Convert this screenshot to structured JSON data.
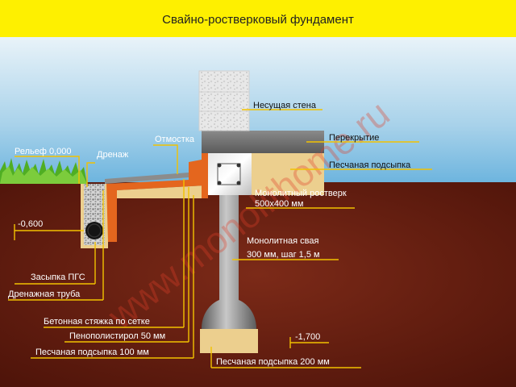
{
  "title": "Свайно-ростверковый фундамент",
  "watermark": "www.monolithome.ru",
  "labels": {
    "load_wall": "Несущая стена",
    "floor_slab": "Перекрытие",
    "sand_bed_top": "Песчаная подсыпка",
    "grillage_1": "Монолитный ростверк",
    "grillage_2": "500х400 мм",
    "pile_1": "Монолитная свая",
    "pile_2": "300 мм, шаг 1,5 м",
    "blind_area": "Отмостка",
    "drainage": "Дренаж",
    "ground_level": "Рельеф 0,000",
    "level_drain": "-0,600",
    "level_pile": "-1,700",
    "backfill": "Засыпка ПГС",
    "drain_pipe": "Дренажная труба",
    "screed": "Бетонная стяжка по сетке",
    "foam": "Пенополистирол 50 мм",
    "sand_100": "Песчаная подсыпка 100 мм",
    "sand_200": "Песчаная подсыпка 200 мм"
  },
  "colors": {
    "title_bar": "#fef000",
    "soil": "#6b1f14",
    "pointer_lines": "#f2c200",
    "insulation": "#e4661e",
    "sand": "#eccf8e",
    "concrete": "#9a9a9a",
    "grass": "#4fae23"
  }
}
